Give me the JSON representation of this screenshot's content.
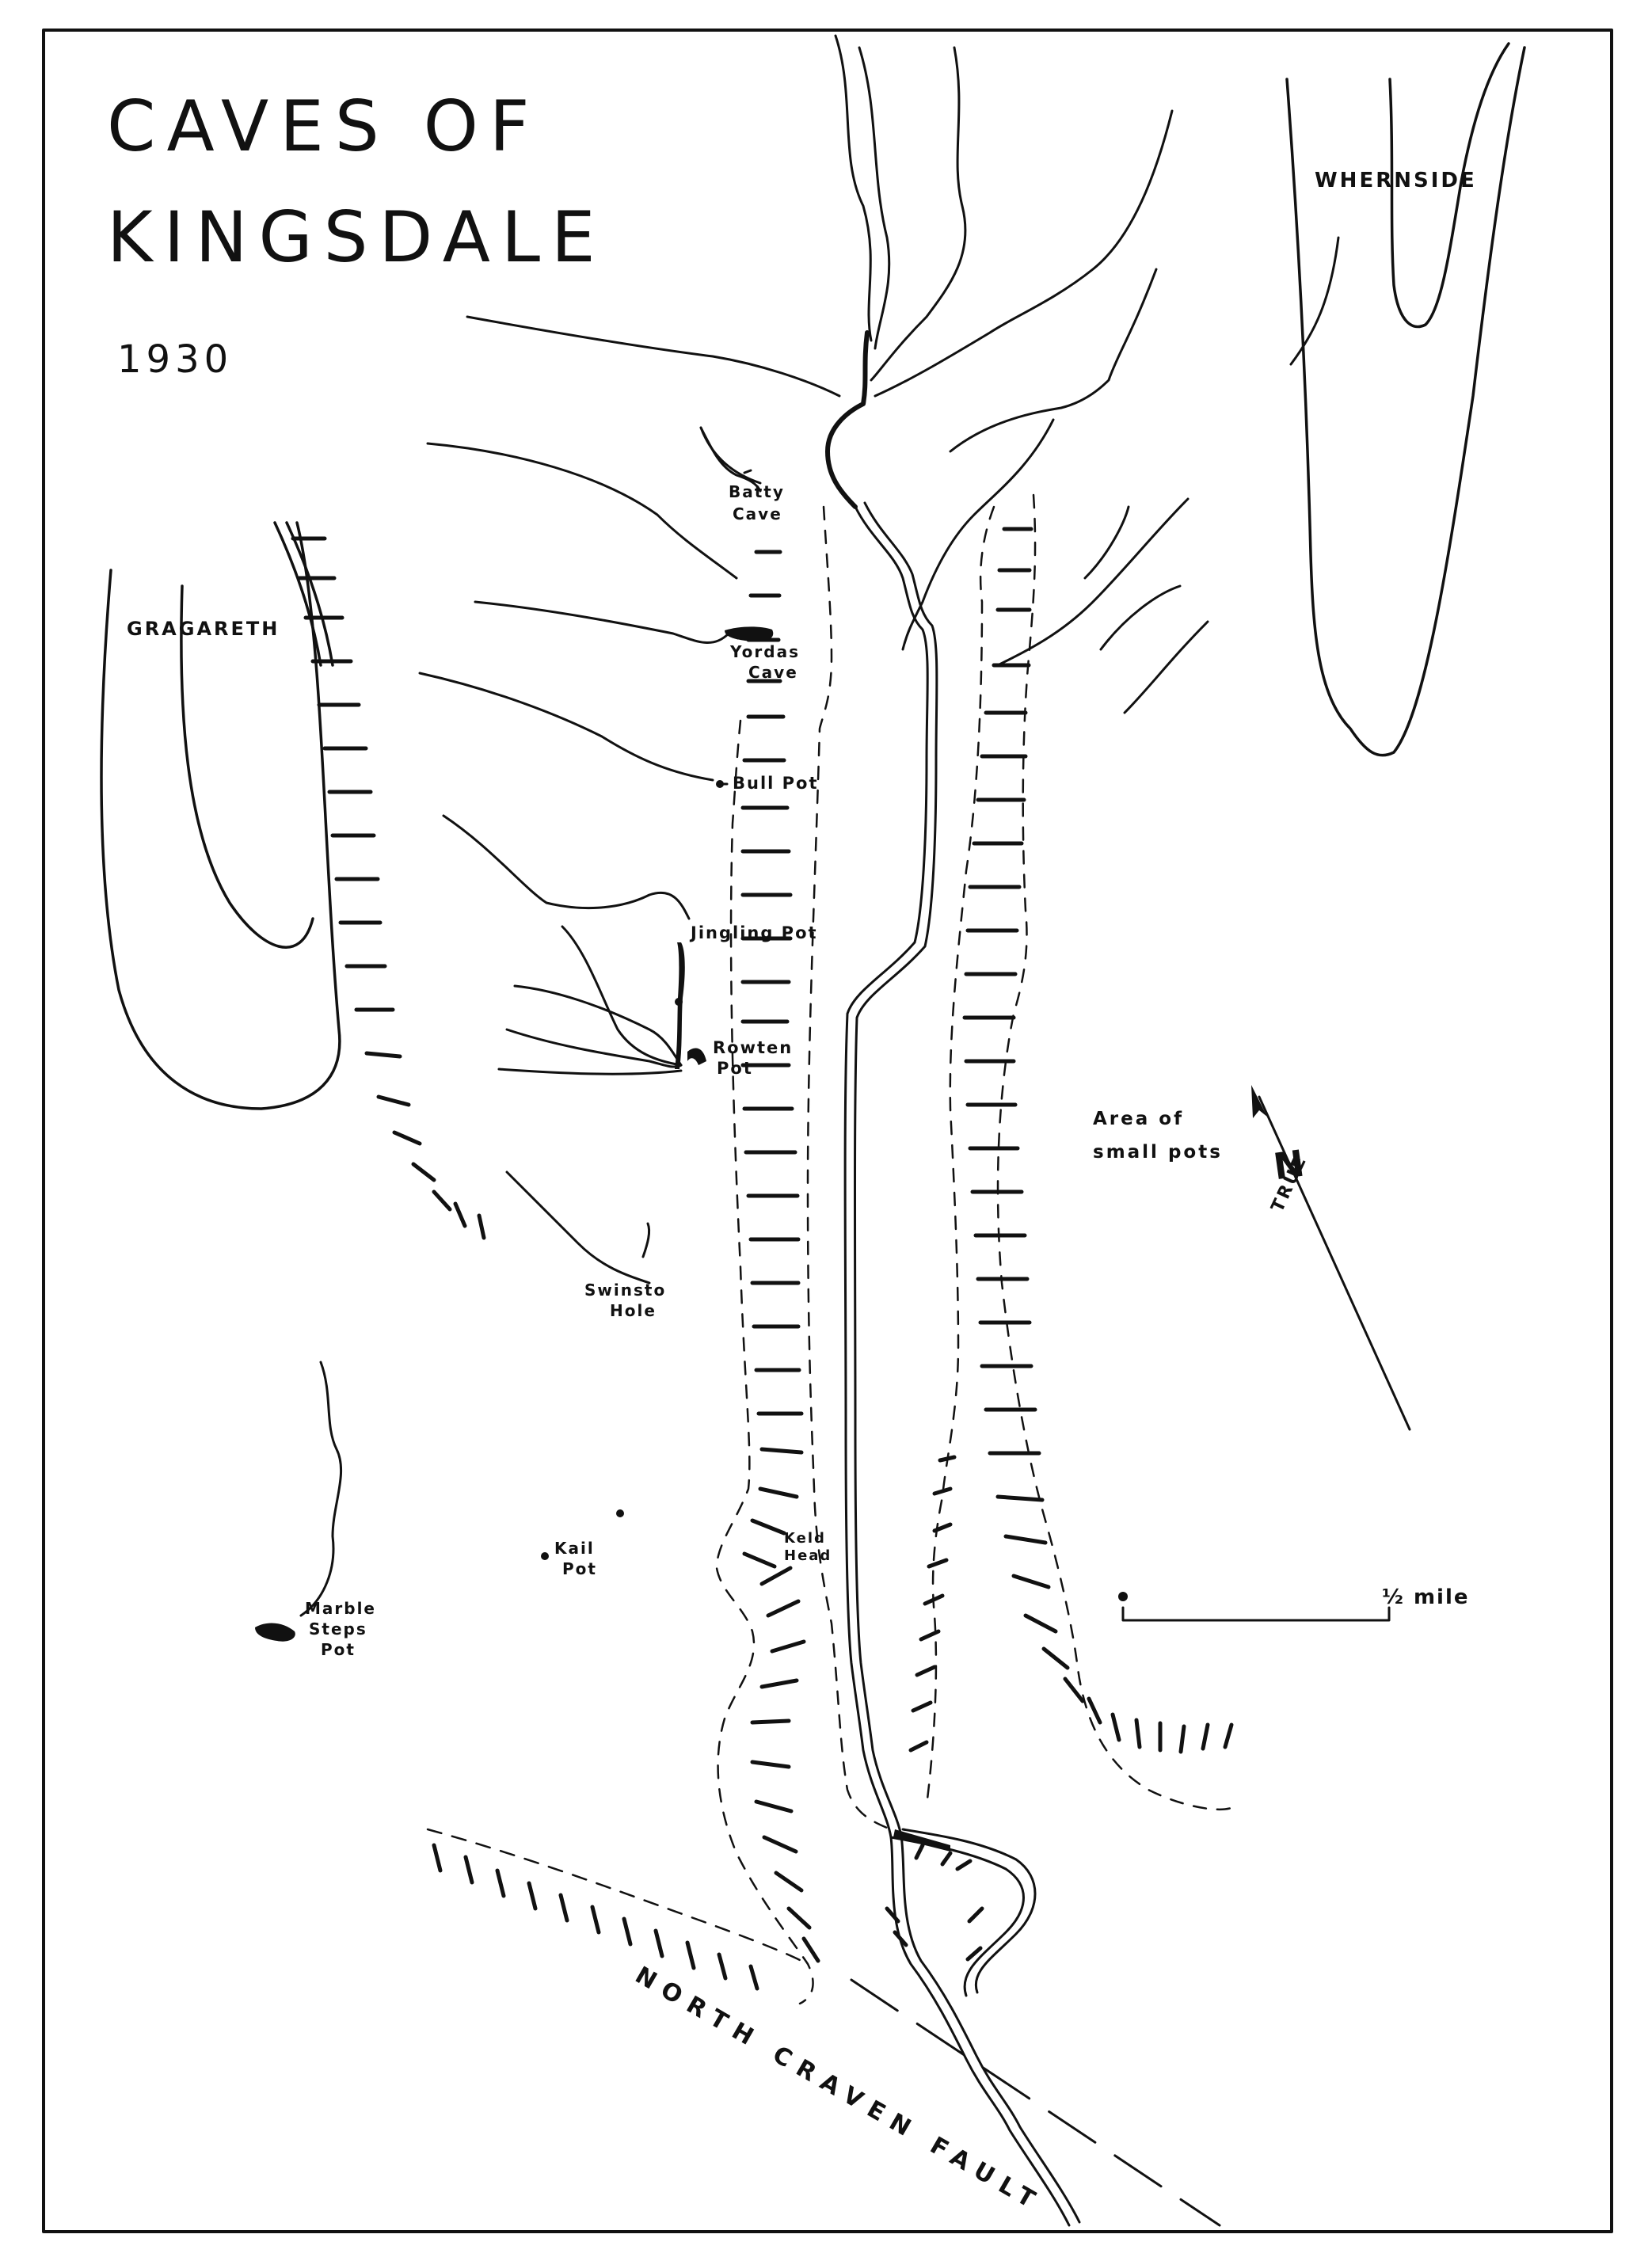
{
  "map": {
    "title_line1": "CAVES OF",
    "title_line2": "KINGSDALE",
    "year": "1930",
    "labels": {
      "whernside": "WHERNSIDE",
      "gragareth": "GRAGARETH",
      "batty_1": "Batty",
      "batty_2": "Cave",
      "yordas_1": "Yordas",
      "yordas_2": "Cave",
      "bull_pot": "Bull Pot",
      "jingling_pot": "Jingling Pot",
      "rowten_1": "Rowten",
      "rowten_2": "Pot",
      "swinsto_1": "Swinsto",
      "swinsto_2": "Hole",
      "keld_1": "Keld",
      "keld_2": "Head",
      "kail_1": "Kail",
      "kail_2": "Pot",
      "marble_1": "Marble",
      "marble_2": "Steps",
      "marble_3": "Pot",
      "area_1": "Area of",
      "area_2": "small pots",
      "north": "N",
      "true": "TRUE",
      "scale": "½ mile",
      "fault": "NORTH CRAVEN FAULT"
    },
    "colors": {
      "ink": "#111111",
      "paper": "#ffffff"
    },
    "icons": [
      "north-arrow-icon",
      "scale-bar-icon",
      "cave-entrance-icon"
    ]
  }
}
